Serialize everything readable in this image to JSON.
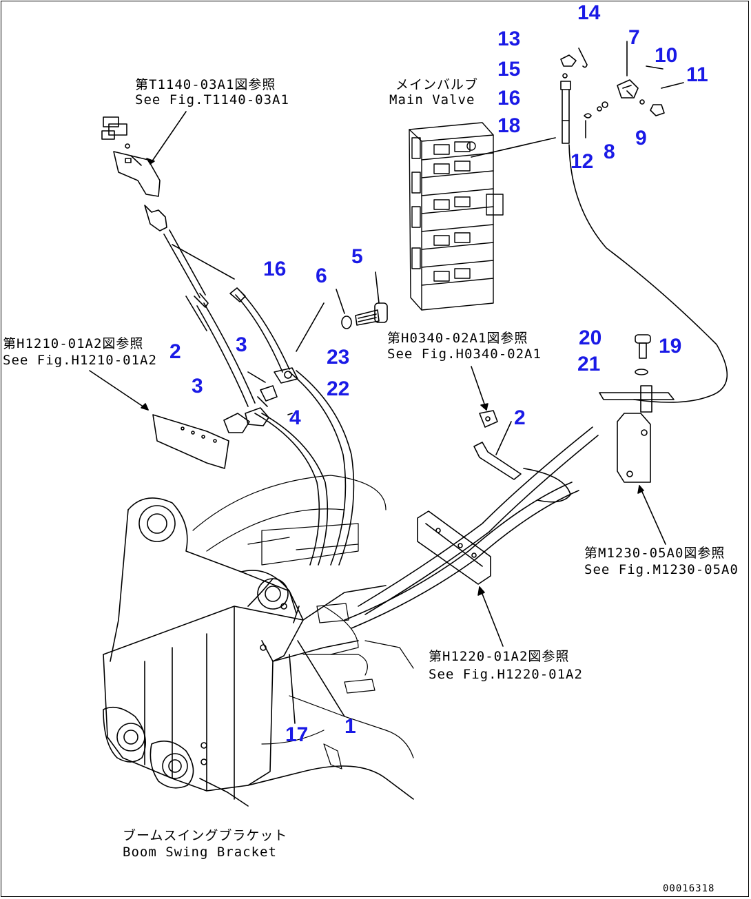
{
  "labels": {
    "ref_t1140_jp": "第T1140-03A1図参照",
    "ref_t1140_en": "See Fig.T1140-03A1",
    "main_valve_jp": "メインバルブ",
    "main_valve_en": "Main Valve",
    "ref_h1210_jp": "第H1210-01A2図参照",
    "ref_h1210_en": "See Fig.H1210-01A2",
    "ref_h0340_jp": "第H0340-02A1図参照",
    "ref_h0340_en": "See Fig.H0340-02A1",
    "ref_m1230_jp": "第M1230-05A0図参照",
    "ref_m1230_en": "See Fig.M1230-05A0",
    "ref_h1220_jp": "第H1220-01A2図参照",
    "ref_h1220_en": "See Fig.H1220-01A2",
    "boom_swing_jp": "ブームスイングブラケット",
    "boom_swing_en": "Boom Swing Bracket",
    "drawing_code": "00016318"
  },
  "part_numbers": {
    "p14": "14",
    "p13": "13",
    "p7": "7",
    "p10": "10",
    "p15": "15",
    "p11": "11",
    "p16_top": "16",
    "p18": "18",
    "p9": "9",
    "p8": "8",
    "p12": "12",
    "p16_mid": "16",
    "p5": "5",
    "p6": "6",
    "p2_left": "2",
    "p3_upper": "3",
    "p23": "23",
    "p22": "22",
    "p3_lower": "3",
    "p4": "4",
    "p20": "20",
    "p19": "19",
    "p21": "21",
    "p2_right": "2",
    "p17": "17",
    "p1": "1"
  }
}
